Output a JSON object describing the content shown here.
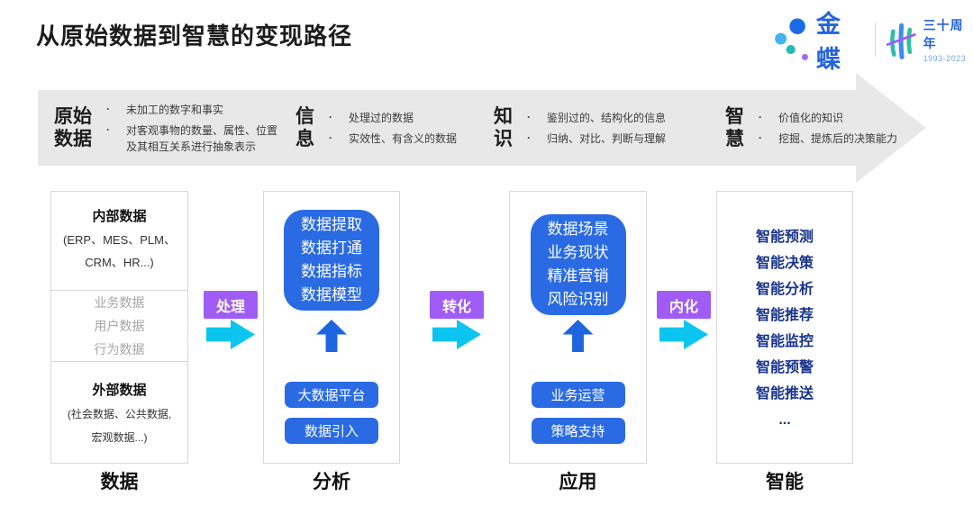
{
  "page": {
    "title": "从原始数据到智慧的变现路径"
  },
  "logo": {
    "brand": "金蝶",
    "anniversary": "三十周年",
    "years": "1993-2023"
  },
  "banner": {
    "stages": [
      {
        "line1": "原始",
        "line2": "数据",
        "bullets": [
          "未加工的数字和事实",
          "对客观事物的数量、属性、位置及其相互关系进行抽象表示"
        ]
      },
      {
        "line1": "信",
        "line2": "息",
        "bullets": [
          "处理过的数据",
          "实效性、有含义的数据"
        ]
      },
      {
        "line1": "知",
        "line2": "识",
        "bullets": [
          "鉴别过的、结构化的信息",
          "归纳、对比、判断与理解"
        ]
      },
      {
        "line1": "智",
        "line2": "慧",
        "bullets": [
          "价值化的知识",
          "挖掘、提炼后的决策能力"
        ]
      }
    ]
  },
  "connectors": [
    {
      "label": "处理"
    },
    {
      "label": "转化"
    },
    {
      "label": "内化"
    }
  ],
  "columns": [
    {
      "label": "数据",
      "internal": {
        "title": "内部数据",
        "line1": "(ERP、MES、PLM、",
        "line2": "CRM、HR...)"
      },
      "middle": [
        "业务数据",
        "用户数据",
        "行为数据"
      ],
      "external": {
        "title": "外部数据",
        "line1": "(社会数据、公共数据,",
        "line2": "宏观数据...)"
      }
    },
    {
      "label": "分析",
      "box_lines": [
        "数据提取",
        "数据打通",
        "数据指标",
        "数据模型"
      ],
      "buttons": [
        "大数据平台",
        "数据引入"
      ]
    },
    {
      "label": "应用",
      "box_lines": [
        "数据场景",
        "业务现状",
        "精准营销",
        "风险识别"
      ],
      "buttons": [
        "业务运营",
        "策略支持"
      ]
    },
    {
      "label": "智能",
      "items": [
        "智能预测",
        "智能决策",
        "智能分析",
        "智能推荐",
        "智能监控",
        "智能预警",
        "智能推送",
        "..."
      ]
    }
  ],
  "colors": {
    "accent_blue": "#2a6be4",
    "navy_text": "#17338c",
    "badge_purple": "#a05cf5",
    "arrow_cyan": "#0bc5f0",
    "banner_gray": "#e8e8e8"
  }
}
